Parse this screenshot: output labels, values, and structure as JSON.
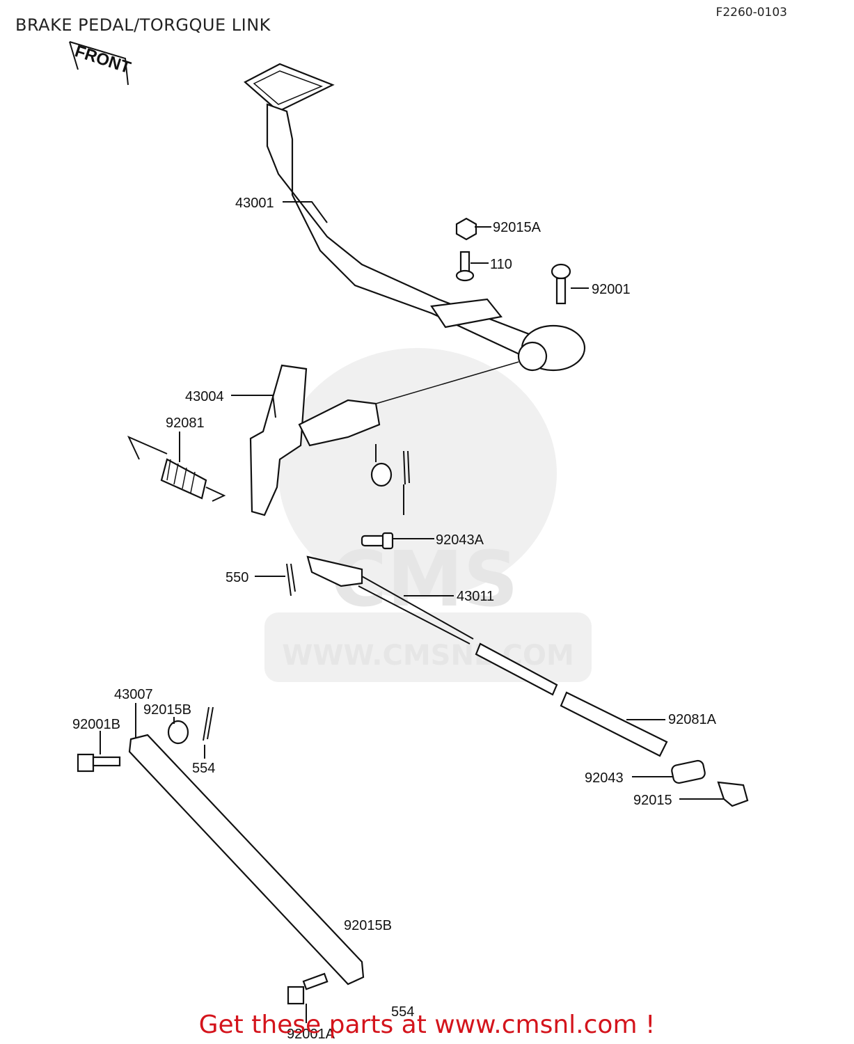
{
  "header": {
    "title": "BRAKE PEDAL/TORGQUE LINK",
    "code": "F2260-0103"
  },
  "front_label": "FRONT",
  "watermark": {
    "logo": "CMS",
    "url": "WWW.CMSNL.COM"
  },
  "parts": {
    "p43001": "43001",
    "p92015A": "92015A",
    "p110": "110",
    "p92001": "92001",
    "p43004": "43004",
    "p92081": "92081",
    "p92043A": "92043A",
    "p550": "550",
    "p43011": "43011",
    "p43007": "43007",
    "p92015B_top": "92015B",
    "p92001B": "92001B",
    "p554_top": "554",
    "p92081A": "92081A",
    "p92043": "92043",
    "p92015": "92015",
    "p92015B_bottom": "92015B",
    "p554_bottom": "554",
    "p92001A": "92001A"
  },
  "footer": {
    "text": "Get these parts at www.cmsnl.com !"
  },
  "colors": {
    "footer": "#d4141c",
    "ink": "#111111",
    "watermark": "#e6e6e6"
  }
}
